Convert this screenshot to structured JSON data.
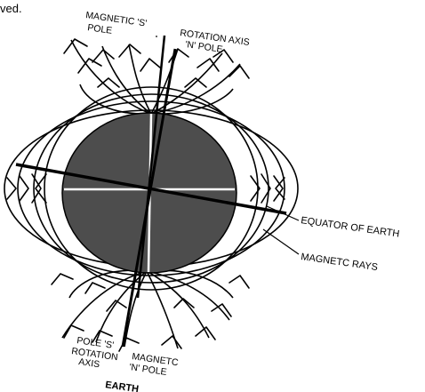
{
  "fragment_text": "ved.",
  "labels": {
    "magnetic_s_pole_line1": "MAGNETIC 'S'",
    "magnetic_s_pole_line2": "POLE",
    "rotation_axis_n_pole_line1": "ROTATION AXIS",
    "rotation_axis_n_pole_line2": "'N' POLE",
    "equator": "EQUATOR OF EARTH",
    "magnetic_rays": "MAGNETC  RAYS",
    "pole_s_line1": "POLE 'S'",
    "pole_s_line2": "ROTATION",
    "pole_s_line3": "AXIS",
    "magnetic_n_pole_line1": "MAGNETC",
    "magnetic_n_pole_line2": "'N' POLE",
    "earth": "EARTH"
  },
  "colors": {
    "earth_fill": "#4d4d4d",
    "ink": "#000000",
    "cross_lines": "#ffffff"
  }
}
